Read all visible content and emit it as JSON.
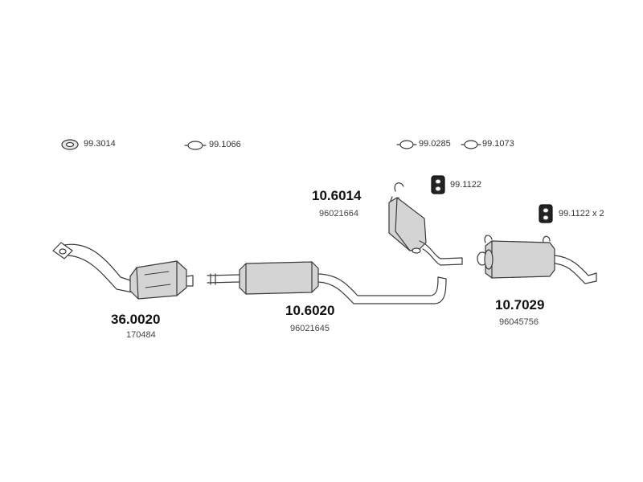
{
  "accessories": [
    {
      "code": "99.3014"
    },
    {
      "code": "99.1066"
    },
    {
      "code": "99.0285"
    },
    {
      "code": "99.1073"
    },
    {
      "code": "99.1122"
    },
    {
      "code": "99.1122 x 2"
    }
  ],
  "parts": [
    {
      "number": "36.0020",
      "oem": "170484"
    },
    {
      "number": "10.6020",
      "oem": "96021645"
    },
    {
      "number": "10.6014",
      "oem": "96021664"
    },
    {
      "number": "10.7029",
      "oem": "96045756"
    }
  ],
  "colors": {
    "line": "#3a3a3a",
    "shade": "#d4d4d4",
    "bg": "#ffffff"
  }
}
